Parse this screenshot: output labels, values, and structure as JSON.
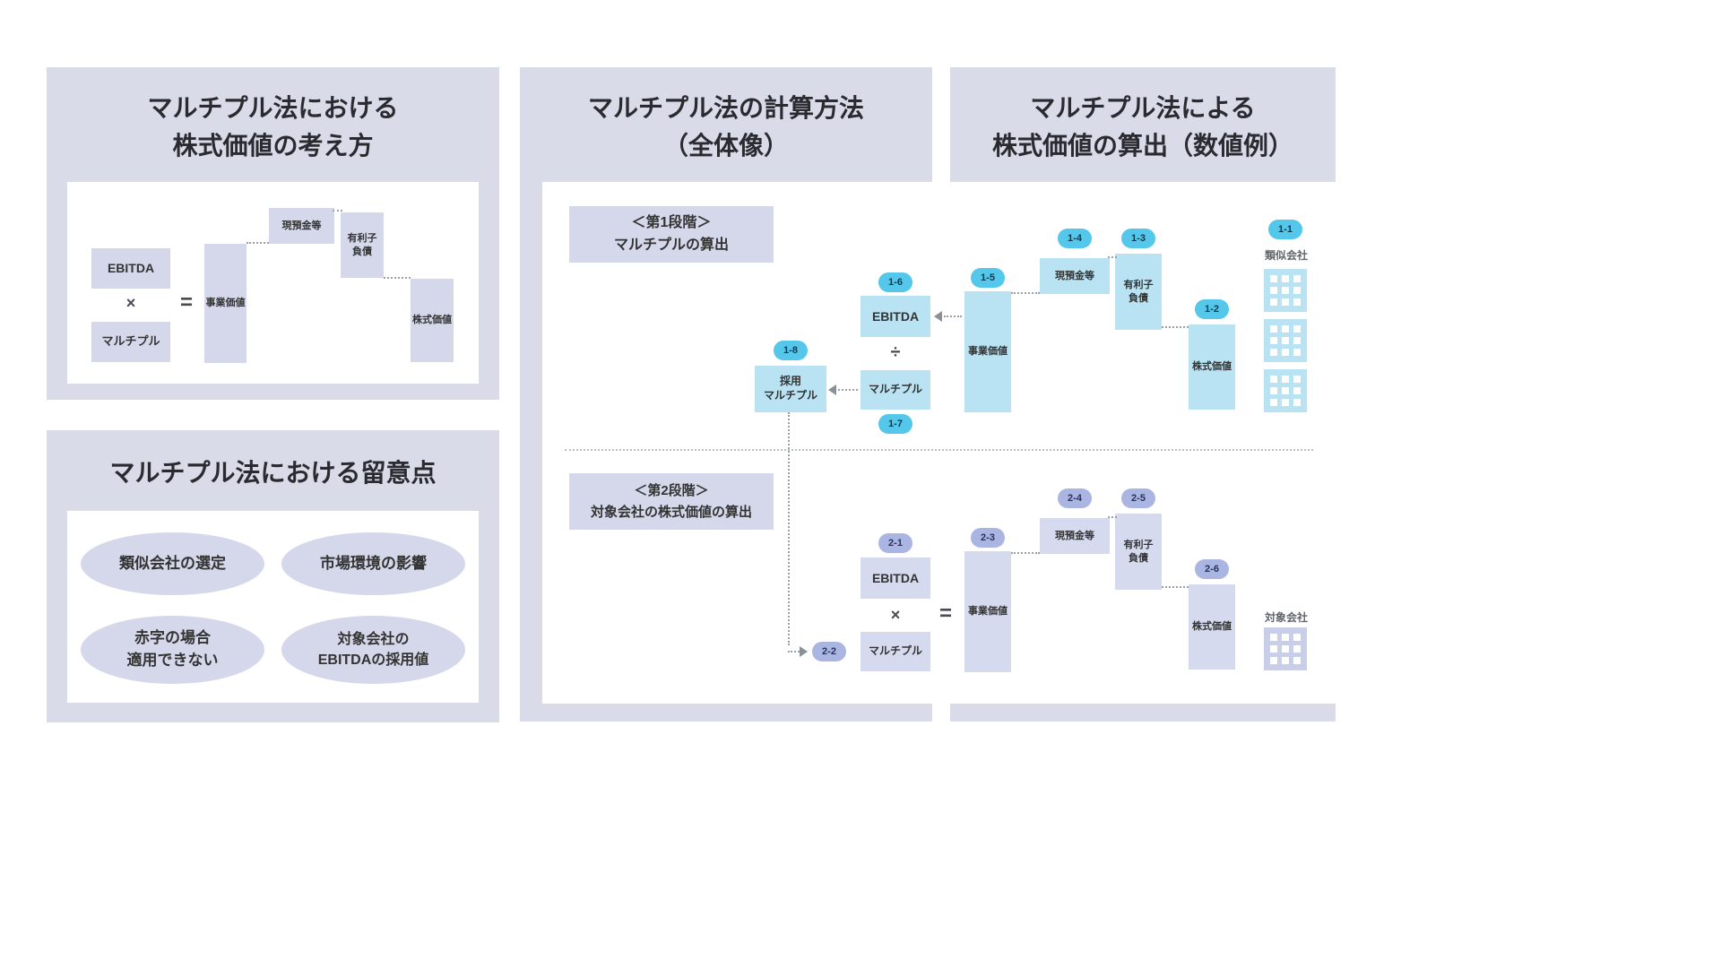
{
  "colors": {
    "panel_bg": "#d9dbe9",
    "lavender_box": "#d5d8ea",
    "pale_lavender_box": "#d6daee",
    "cyan_box": "#b9e3f2",
    "cyan_badge": "#55c7ea",
    "lavender_badge": "#aab5e1",
    "white": "#ffffff",
    "text": "#333333"
  },
  "concept_panel": {
    "title": "マルチプル法における\n株式価値の考え方",
    "ebitda": "EBITDA",
    "times": "×",
    "multiple": "マルチプル",
    "equals": "=",
    "business_value": "事業価値",
    "cash": "現預金等",
    "debt": "有利子\n負債",
    "equity": "株式価値"
  },
  "notes_panel": {
    "title": "マルチプル法における留意点",
    "items": [
      "類似会社の選定",
      "市場環境の影響",
      "赤字の場合\n適用できない",
      "対象会社の\nEBITDAの採用値"
    ]
  },
  "calc_panel_title": "マルチプル法の計算方法\n（全体像）",
  "example_panel_title": "マルチプル法による\n株式価値の算出（数値例）",
  "stage1": {
    "label": "＜第1段階＞\nマルチプルの算出",
    "ebitda": "EBITDA",
    "divide": "÷",
    "multiple": "マルチプル",
    "adopted_multiple": "採用\nマルチプル",
    "business_value": "事業価値",
    "cash": "現預金等",
    "debt": "有利子\n負債",
    "equity": "株式価値",
    "company": "類似会社",
    "badges": {
      "b11": "1-1",
      "b12": "1-2",
      "b13": "1-3",
      "b14": "1-4",
      "b15": "1-5",
      "b16": "1-6",
      "b17": "1-7",
      "b18": "1-8"
    }
  },
  "stage2": {
    "label": "＜第2段階＞\n対象会社の株式価値の算出",
    "ebitda": "EBITDA",
    "times": "×",
    "multiple": "マルチプル",
    "equals": "=",
    "business_value": "事業価値",
    "cash": "現預金等",
    "debt": "有利子\n負債",
    "equity": "株式価値",
    "company": "対象会社",
    "badges": {
      "b21": "2-1",
      "b22": "2-2",
      "b23": "2-3",
      "b24": "2-4",
      "b25": "2-5",
      "b26": "2-6"
    }
  }
}
